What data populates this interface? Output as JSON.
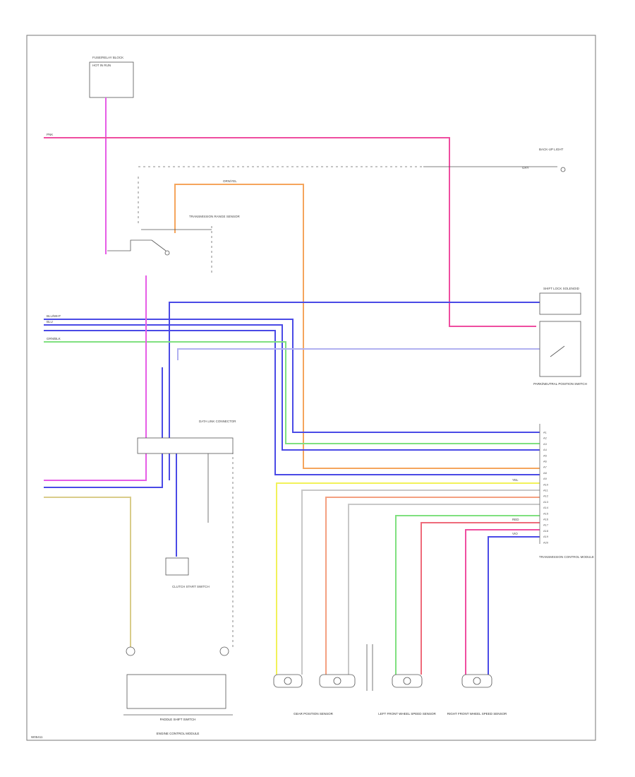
{
  "diagram": {
    "footer_id": "W05411",
    "components": {
      "hot_at_all_times": "HOT IN RUN",
      "fuse_block": "FUSE/RELAY BLOCK",
      "backup_light": "BACK-UP LIGHT",
      "transmission_range_sensor": "TRANSMISSION RANGE SENSOR",
      "shift_switch": "SHIFT LOCK SOLENOID",
      "park_neutral_switch": "PARK/NEUTRAL POSITION SWITCH",
      "data_link": "DATA LINK CONNECTOR",
      "clutch_switch": "CLUTCH START SWITCH",
      "engine_control_module": "ENGINE CONTROL MODULE",
      "paddle_switch": "PADDLE SHIFT SWITCH",
      "gear_position_sensor": "GEAR POSITION SENSOR",
      "left_front_speed_sensor": "LEFT FRONT WHEEL SPEED SENSOR",
      "right_front_speed_sensor": "RIGHT FRONT WHEEL SPEED SENSOR",
      "transmission_control": "TRANSMISSION CONTROL MODULE"
    },
    "wire_labels": {
      "pink": "PNK",
      "orange": "ORN/YEL",
      "blue": "BLU/WHT",
      "blue2": "BLU",
      "green": "GRN/BLK",
      "yellow": "YEL",
      "gray": "GRY",
      "red": "RED",
      "violet": "VIO"
    },
    "pins": [
      "A1",
      "A2",
      "A3",
      "A4",
      "A5",
      "A6",
      "A7",
      "A8",
      "A9",
      "A10",
      "A11",
      "A12",
      "A13",
      "A14",
      "A15",
      "A16",
      "A17",
      "A18",
      "A19",
      "A20"
    ],
    "colors": {
      "pink": "#ef4da0",
      "magenta": "#e65ce6",
      "orange": "#f5a55c",
      "blue": "#4a4ae6",
      "lightblue": "#8a8af0",
      "green": "#7fe07f",
      "yellow": "#f2f25a",
      "tan": "#d9cc8a",
      "gray": "#c8c8c8",
      "red": "#ee6a7a",
      "salmon": "#f4a080",
      "lavender": "#b0b0f0"
    }
  }
}
